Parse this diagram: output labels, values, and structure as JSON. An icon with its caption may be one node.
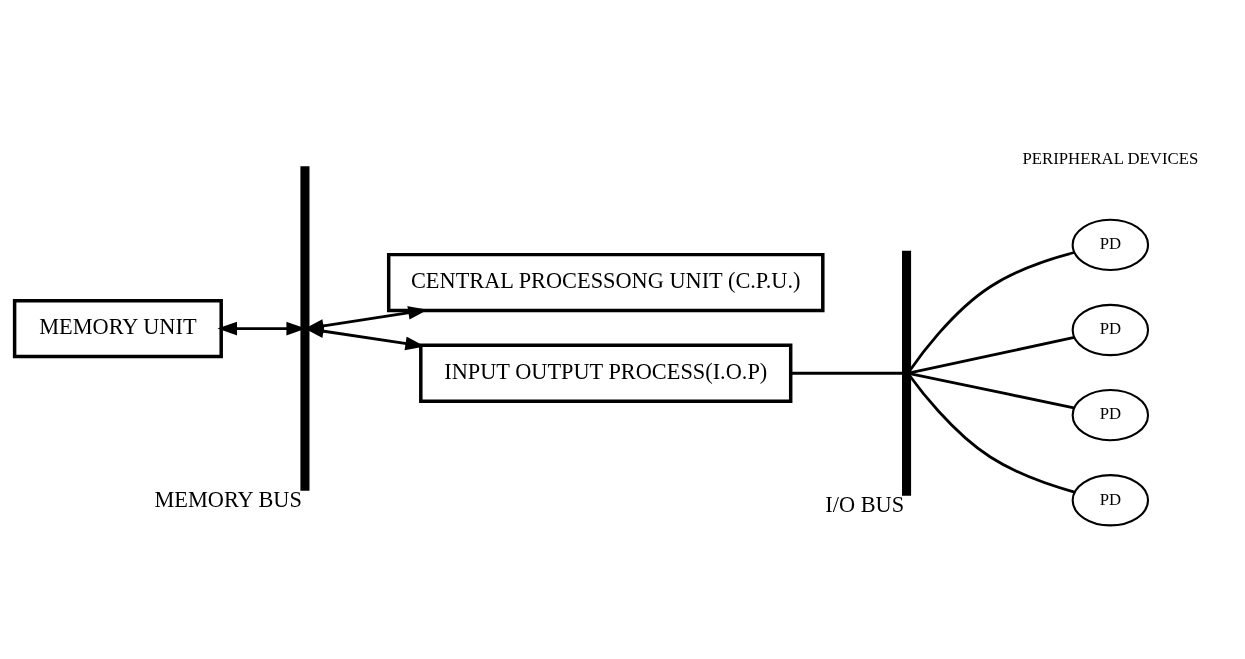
{
  "diagram": {
    "nodes": [
      {
        "text": [
          "MEMORY UNIT"
        ]
      },
      {
        "text": [],
        "shape": "bar",
        "beside": [
          "MEMORY BUS"
        ]
      },
      {
        "text": [
          "CENTRAL PROCESSONG UNIT (C.P.U.)"
        ]
      },
      {
        "text": [
          "INPUT OUTPUT PROCESS(I.O.P)"
        ]
      },
      {
        "text": [],
        "shape": "bar",
        "beside": [
          "I/O BUS"
        ]
      },
      {
        "text": [
          "PD"
        ]
      },
      {
        "text": [
          "PD"
        ]
      },
      {
        "text": [
          "PD"
        ]
      },
      {
        "text": [
          "PD"
        ]
      }
    ],
    "edges": [
      {
        "from": 0,
        "to": 1,
        "arrow": "both"
      },
      {
        "from": 1,
        "to": 2,
        "arrow": "both"
      },
      {
        "from": 1,
        "to": 3,
        "arrow": "both"
      },
      {
        "from": 3,
        "to": 4,
        "arrow": "none"
      },
      {
        "from": 4,
        "to": 5,
        "arrow": "none"
      },
      {
        "from": 4,
        "to": 6,
        "arrow": "none"
      },
      {
        "from": 4,
        "to": 7,
        "arrow": "none"
      },
      {
        "from": 4,
        "to": 8,
        "arrow": "none"
      }
    ],
    "labels": [
      "PERIPHERAL DEVICES"
    ]
  }
}
